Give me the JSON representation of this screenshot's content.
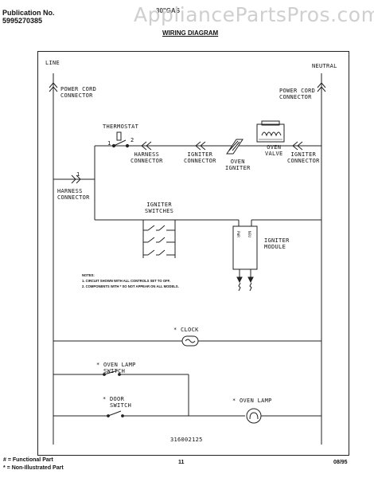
{
  "header": {
    "publication_label": "Publication No.",
    "publication_number": "5995270385",
    "watermark": "AppliancePartsPros.com",
    "model_code": "30\"GAS",
    "title": "WIRING DIAGRAM"
  },
  "diagram": {
    "line_label": "LINE",
    "neutral_label": "NEUTRAL",
    "power_cord_left": "POWER CORD\nCONNECTOR",
    "power_cord_right": "POWER CORD\nCONNECTOR",
    "thermostat": "THERMOSTAT",
    "harness_connector_top": "HARNESS\nCONNECTOR",
    "igniter_connector_left": "IGNITER\nCONNECTOR",
    "oven_igniter": "OVEN\nIGNITER",
    "oven_valve": "OVEN\nVALVE",
    "igniter_connector_right": "IGNITER\nCONNECTOR",
    "harness_connector_left": "HARNESS\nCONNECTOR",
    "igniter_switches": "IGNITER\nSWITCHES",
    "igniter_module": "IGNITER\nMODULE",
    "module_terminals": [
      "PWR",
      "NEU"
    ],
    "notes_title": "NOTES:",
    "notes": [
      "1. CIRCUIT SHOWN WITH ALL CONTROLS SET TO OFF.",
      "2. COMPONENTS WITH * SO NOT APPEAR ON ALL MODELS."
    ],
    "clock": "* CLOCK",
    "oven_lamp_switch": "* OVEN LAMP\n  SWITCH",
    "door_switch": "* DOOR\n  SWITCH",
    "oven_lamp": "* OVEN LAMP",
    "part_number": "316002125",
    "marker_1_left": "1",
    "marker_1_thermostat": "1",
    "marker_2_thermostat": "2"
  },
  "footer": {
    "functional": "# = Functional Part",
    "non_illustrated": "* = Non-Illustrated Part",
    "page": "11",
    "date": "08/95"
  }
}
